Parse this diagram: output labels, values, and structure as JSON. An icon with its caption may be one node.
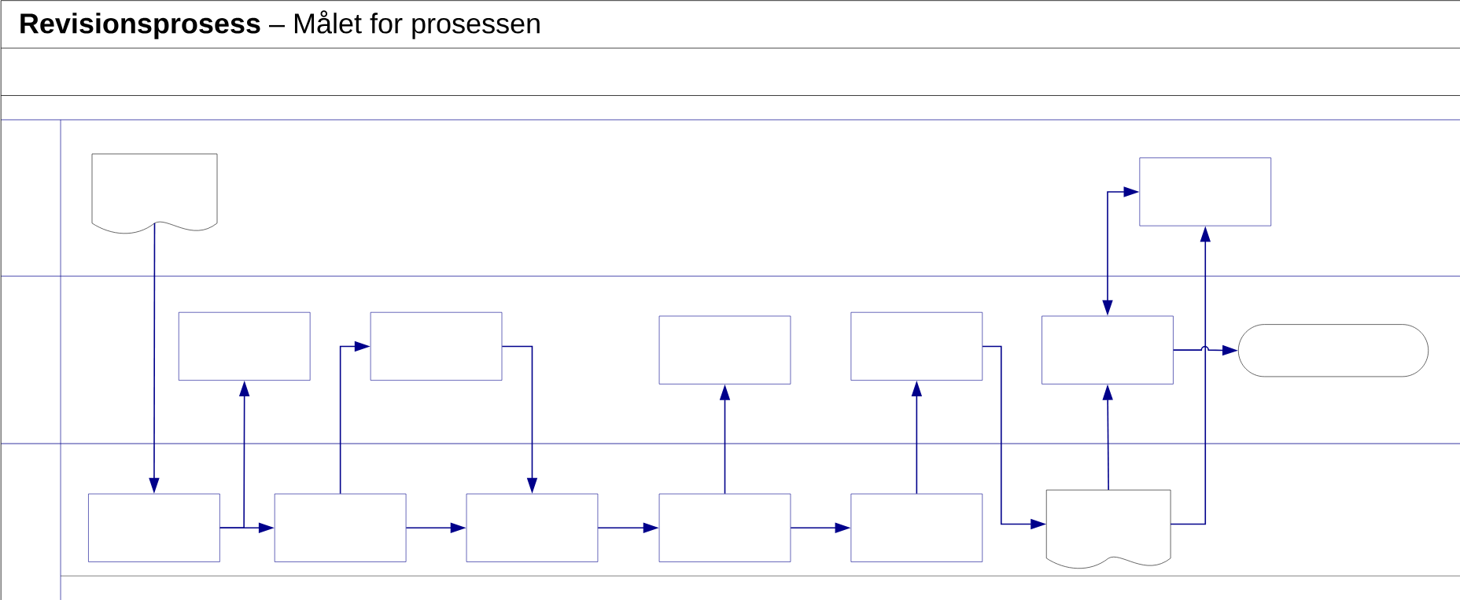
{
  "diagram": {
    "title": "**Revisionsprosess** – Målet for prosessen",
    "nodes": [
      {
        "text": [],
        "shape": "document"
      },
      {
        "text": [],
        "shape": "box"
      },
      {
        "text": [],
        "shape": "box"
      },
      {
        "text": [],
        "shape": "box"
      },
      {
        "text": [],
        "shape": "box"
      },
      {
        "text": [],
        "shape": "box"
      },
      {
        "text": [],
        "shape": "oval"
      },
      {
        "text": [],
        "shape": "box"
      },
      {
        "text": [],
        "shape": "box"
      },
      {
        "text": [],
        "shape": "box"
      },
      {
        "text": [],
        "shape": "box"
      },
      {
        "text": [],
        "shape": "box"
      },
      {
        "text": [],
        "shape": "box"
      },
      {
        "text": [],
        "shape": "document"
      }
    ],
    "edges": [
      {
        "from": 0,
        "to": 8,
        "arrow": "to"
      },
      {
        "from": 8,
        "to": 9,
        "arrow": "to"
      },
      {
        "from": 8,
        "to": 1,
        "arrow": "to"
      },
      {
        "from": 9,
        "to": 2,
        "arrow": "to"
      },
      {
        "from": 2,
        "to": 10,
        "arrow": "to"
      },
      {
        "from": 9,
        "to": 10,
        "arrow": "to"
      },
      {
        "from": 10,
        "to": 11,
        "arrow": "to"
      },
      {
        "from": 11,
        "to": 3,
        "arrow": "to"
      },
      {
        "from": 11,
        "to": 12,
        "arrow": "to"
      },
      {
        "from": 12,
        "to": 4,
        "arrow": "to"
      },
      {
        "from": 4,
        "to": 13,
        "arrow": "to"
      },
      {
        "from": 13,
        "to": 5,
        "arrow": "to"
      },
      {
        "from": 5,
        "to": 7,
        "arrow": "both"
      },
      {
        "from": 5,
        "to": 6,
        "arrow": "to"
      },
      {
        "from": 13,
        "to": 7,
        "arrow": "to"
      }
    ]
  }
}
